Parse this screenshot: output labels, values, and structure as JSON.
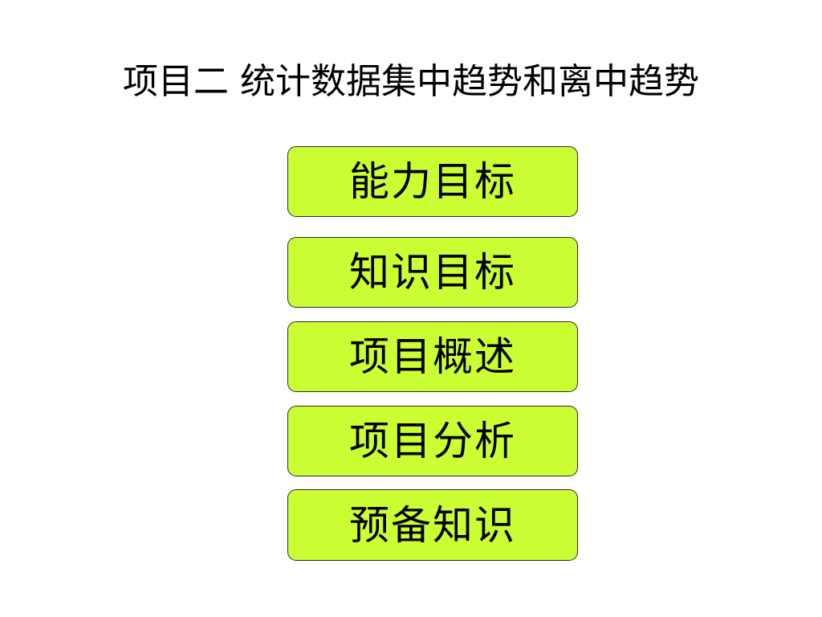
{
  "slide": {
    "title": "项目二  统计数据集中趋势和离中趋势",
    "button_color": "#ccff33",
    "border_color": "#2a2a2a",
    "menu_items": [
      {
        "label": "能力目标"
      },
      {
        "label": "知识目标"
      },
      {
        "label": "项目概述"
      },
      {
        "label": "项目分析"
      },
      {
        "label": "预备知识"
      }
    ]
  }
}
